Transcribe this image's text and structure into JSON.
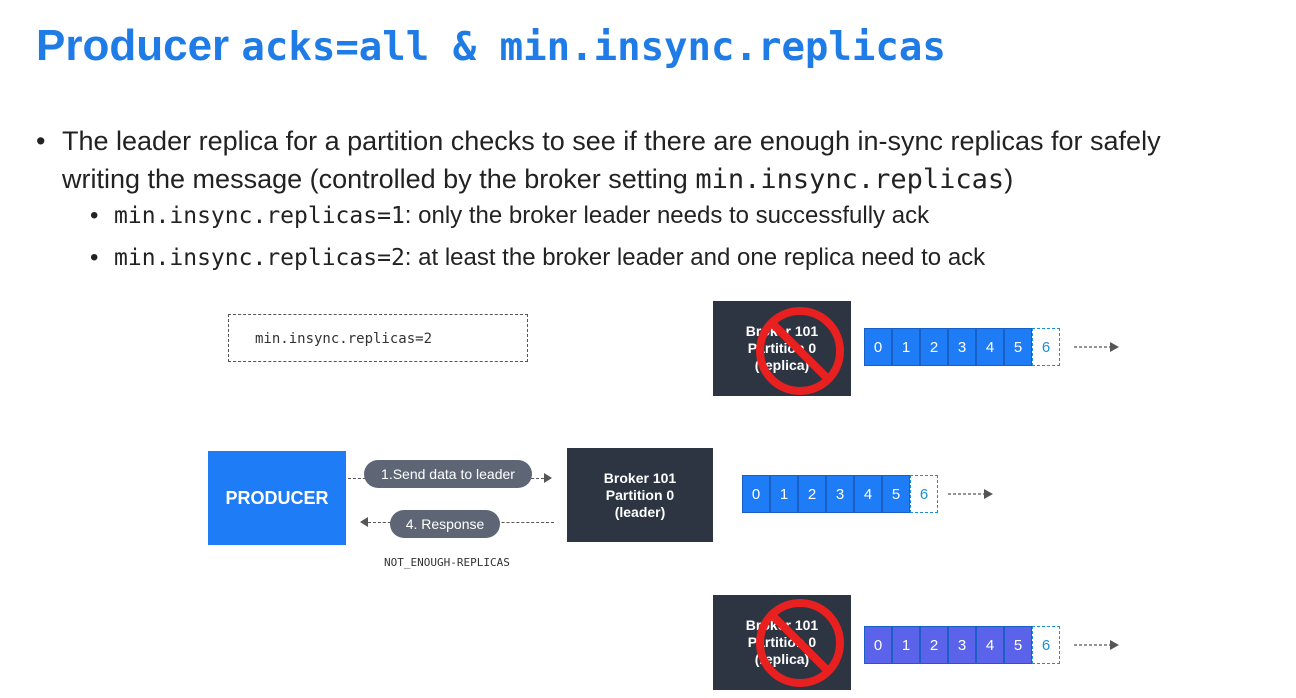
{
  "title": {
    "word": "Producer",
    "code": "acks=all & min.insync.replicas"
  },
  "bullets": {
    "main_text": "The leader replica for a partition checks to see if there are enough in-sync replicas for safely writing the message (controlled by the broker setting",
    "main_code": "min.insync.replicas",
    "main_close": ")",
    "sub1_code": "min.insync.replicas=1",
    "sub1_text": ": only the broker leader needs to successfully ack",
    "sub2_code": "min.insync.replicas=2",
    "sub2_text": ": at least the broker leader and one replica need to ack",
    "dot": "•"
  },
  "diagram": {
    "config_label": "min.insync.replicas=2",
    "producer_label": "PRODUCER",
    "send_label": "1.Send data to leader",
    "response_label": "4. Response",
    "error_label": "NOT_ENOUGH-REPLICAS",
    "leader": {
      "text": "Broker 101\nPartition 0\n(leader)"
    },
    "replica_top": {
      "text": "Broker 101\nPartition 0\n(replica)"
    },
    "replica_bottom": {
      "text": "Broker 101\nPartition 0\n(replica)"
    },
    "log_offsets": [
      "0",
      "1",
      "2",
      "3",
      "4",
      "5"
    ],
    "log_pending": "6",
    "colors": {
      "title": "#1f7be6",
      "producer": "#1e7cf6",
      "broker": "#2d3542",
      "log_leader": "#1e7cf6",
      "log_replica_bottom": "#5a63ea",
      "no_sign": "#e8201f"
    }
  }
}
